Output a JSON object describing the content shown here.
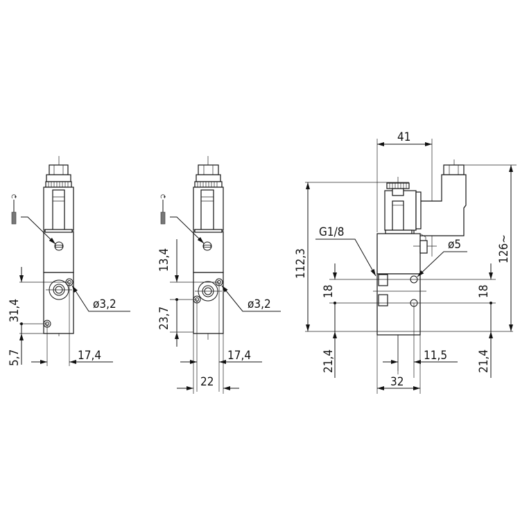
{
  "drawing": {
    "title": "Solenoid valve dimensional drawing",
    "background": "#ffffff",
    "line_color": "#111111"
  },
  "views": [
    {
      "name": "side-view-left",
      "dimensions": {
        "mount_hole_spacing": "31,4",
        "bottom_offset": "5,7",
        "hole_offset_horizontal": "17,4",
        "hole_diameter": "ø3,2"
      },
      "icons": [
        "screwdriver-icon",
        "manual-override-screw-icon"
      ]
    },
    {
      "name": "side-view-middle",
      "dimensions": {
        "upper_offset": "13,4",
        "lower_offset": "23,7",
        "hole_offset_horizontal": "17,4",
        "body_width": "22",
        "hole_diameter": "ø3,2"
      },
      "icons": [
        "screwdriver-icon",
        "manual-override-screw-icon"
      ]
    },
    {
      "name": "front-view-right",
      "dimensions": {
        "top_width": "41",
        "height_to_knob": "112,3",
        "total_height": "126~",
        "port_thread": "G1/8",
        "hole_diameter": "ø5",
        "port_spacing_left": "18",
        "port_spacing_right": "18",
        "bottom_offset_left": "21,4",
        "bottom_offset_right": "21,4",
        "hole_offset_horizontal": "11,5",
        "body_width": "32"
      }
    }
  ]
}
